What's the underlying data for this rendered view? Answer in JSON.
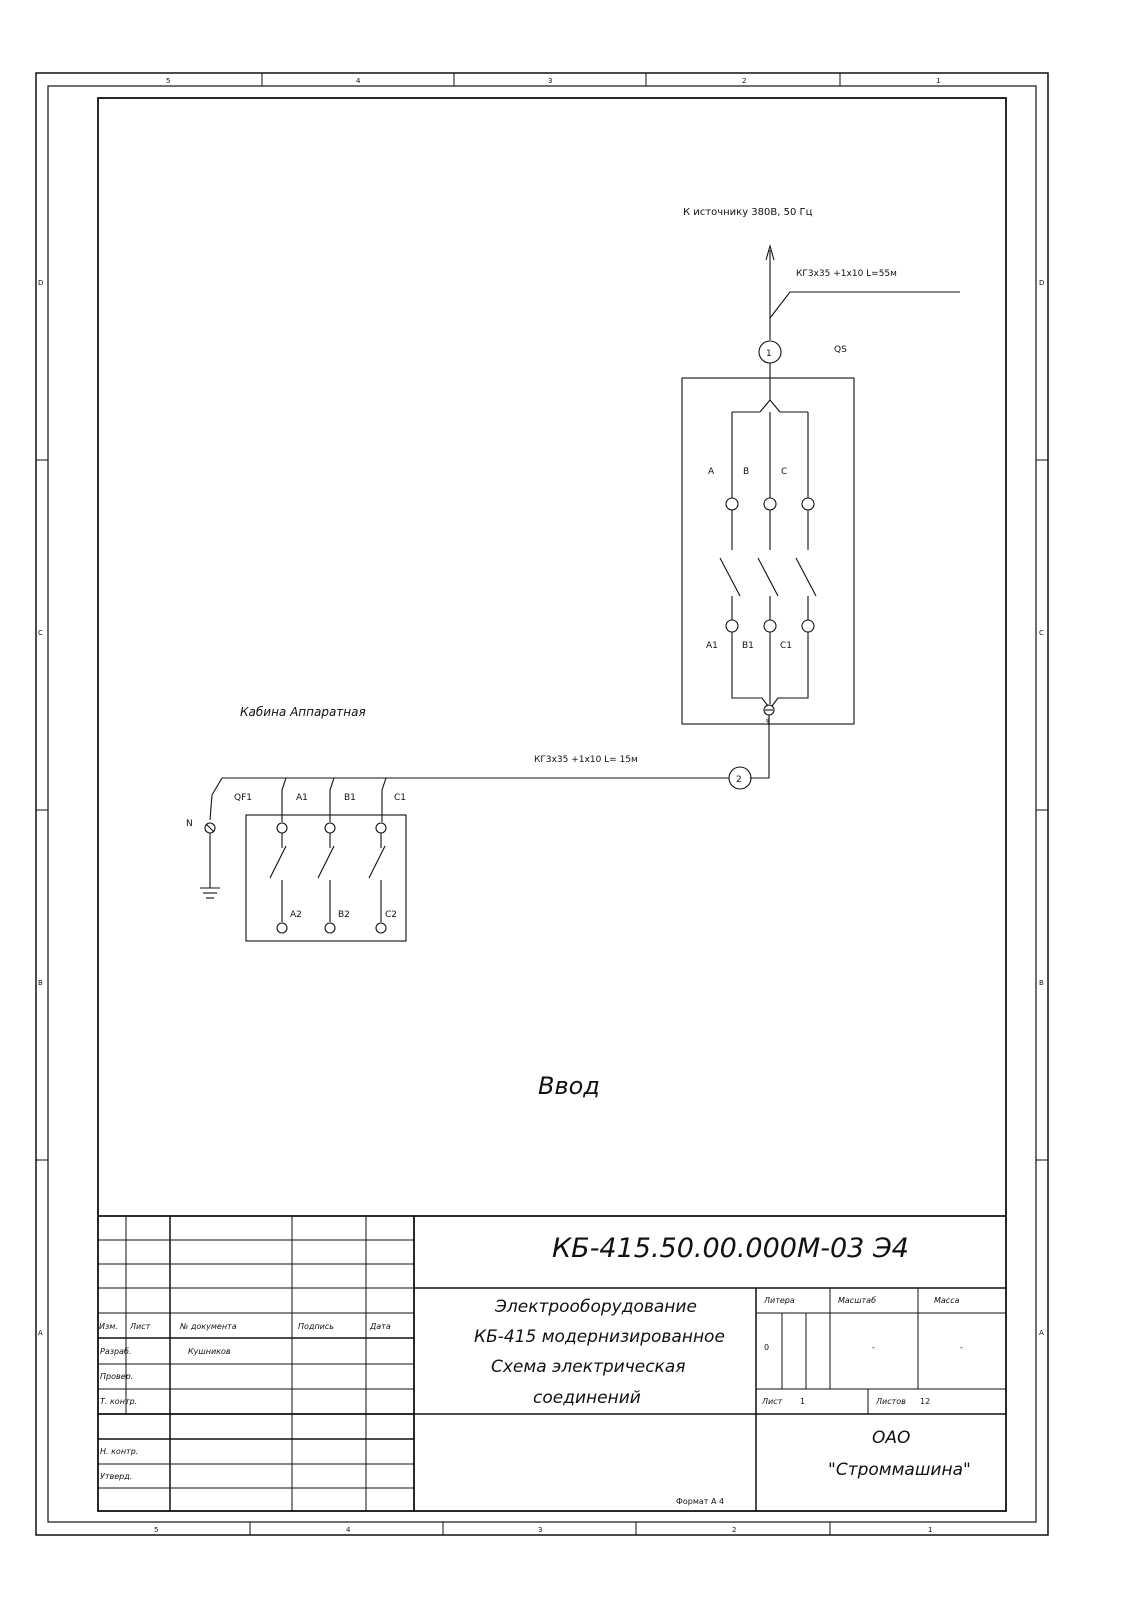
{
  "zone_columns": [
    "5",
    "4",
    "3",
    "2",
    "1"
  ],
  "zone_rows": [
    "D",
    "C",
    "B",
    "A"
  ],
  "diagram": {
    "source_label": "К источнику 380В, 50 Гц",
    "cable_1": "КГ3х35 +1х10 L=55м",
    "cable_2": "КГ3х35 +1х10  L= 15м",
    "node_1": "1",
    "node_2": "2",
    "qs_label": "QS",
    "qs_phases_in": [
      "A",
      "B",
      "C"
    ],
    "qs_phases_out": [
      "A1",
      "B1",
      "C1"
    ],
    "cabin_label": "Кабина Аппаратная",
    "qf_label": "QF1",
    "qf_phases_in": [
      "A1",
      "B1",
      "C1"
    ],
    "qf_phases_out": [
      "A2",
      "B2",
      "C2"
    ],
    "neutral_label": "N",
    "ground_mark": "φ",
    "sheet_title": "Ввод"
  },
  "title_block": {
    "designation": "КБ-415.50.00.000М-03 Э4",
    "description_lines": [
      "Электрооборудование",
      "КБ-415 модернизированное",
      "Схема электрическая",
      "соединений"
    ],
    "col_headers": [
      "Изм.",
      "Лист",
      "№ документа",
      "Подпись",
      "Дата"
    ],
    "roles": [
      "Разраб.",
      "Провер.",
      "Т. контр.",
      "",
      "Н. контр.",
      "Утверд."
    ],
    "developer": "Кушников",
    "litera_label": "Литера",
    "scale_label": "Масштаб",
    "mass_label": "Масса",
    "litera_value": "0",
    "scale_value": "-",
    "mass_value": "-",
    "sheet_label": "Лист",
    "sheet_value": "1",
    "sheets_label": "Листов",
    "sheets_value": "12",
    "org_line1": "ОАО",
    "org_line2": "\"Строммашина\"",
    "format": "Формат А 4"
  }
}
